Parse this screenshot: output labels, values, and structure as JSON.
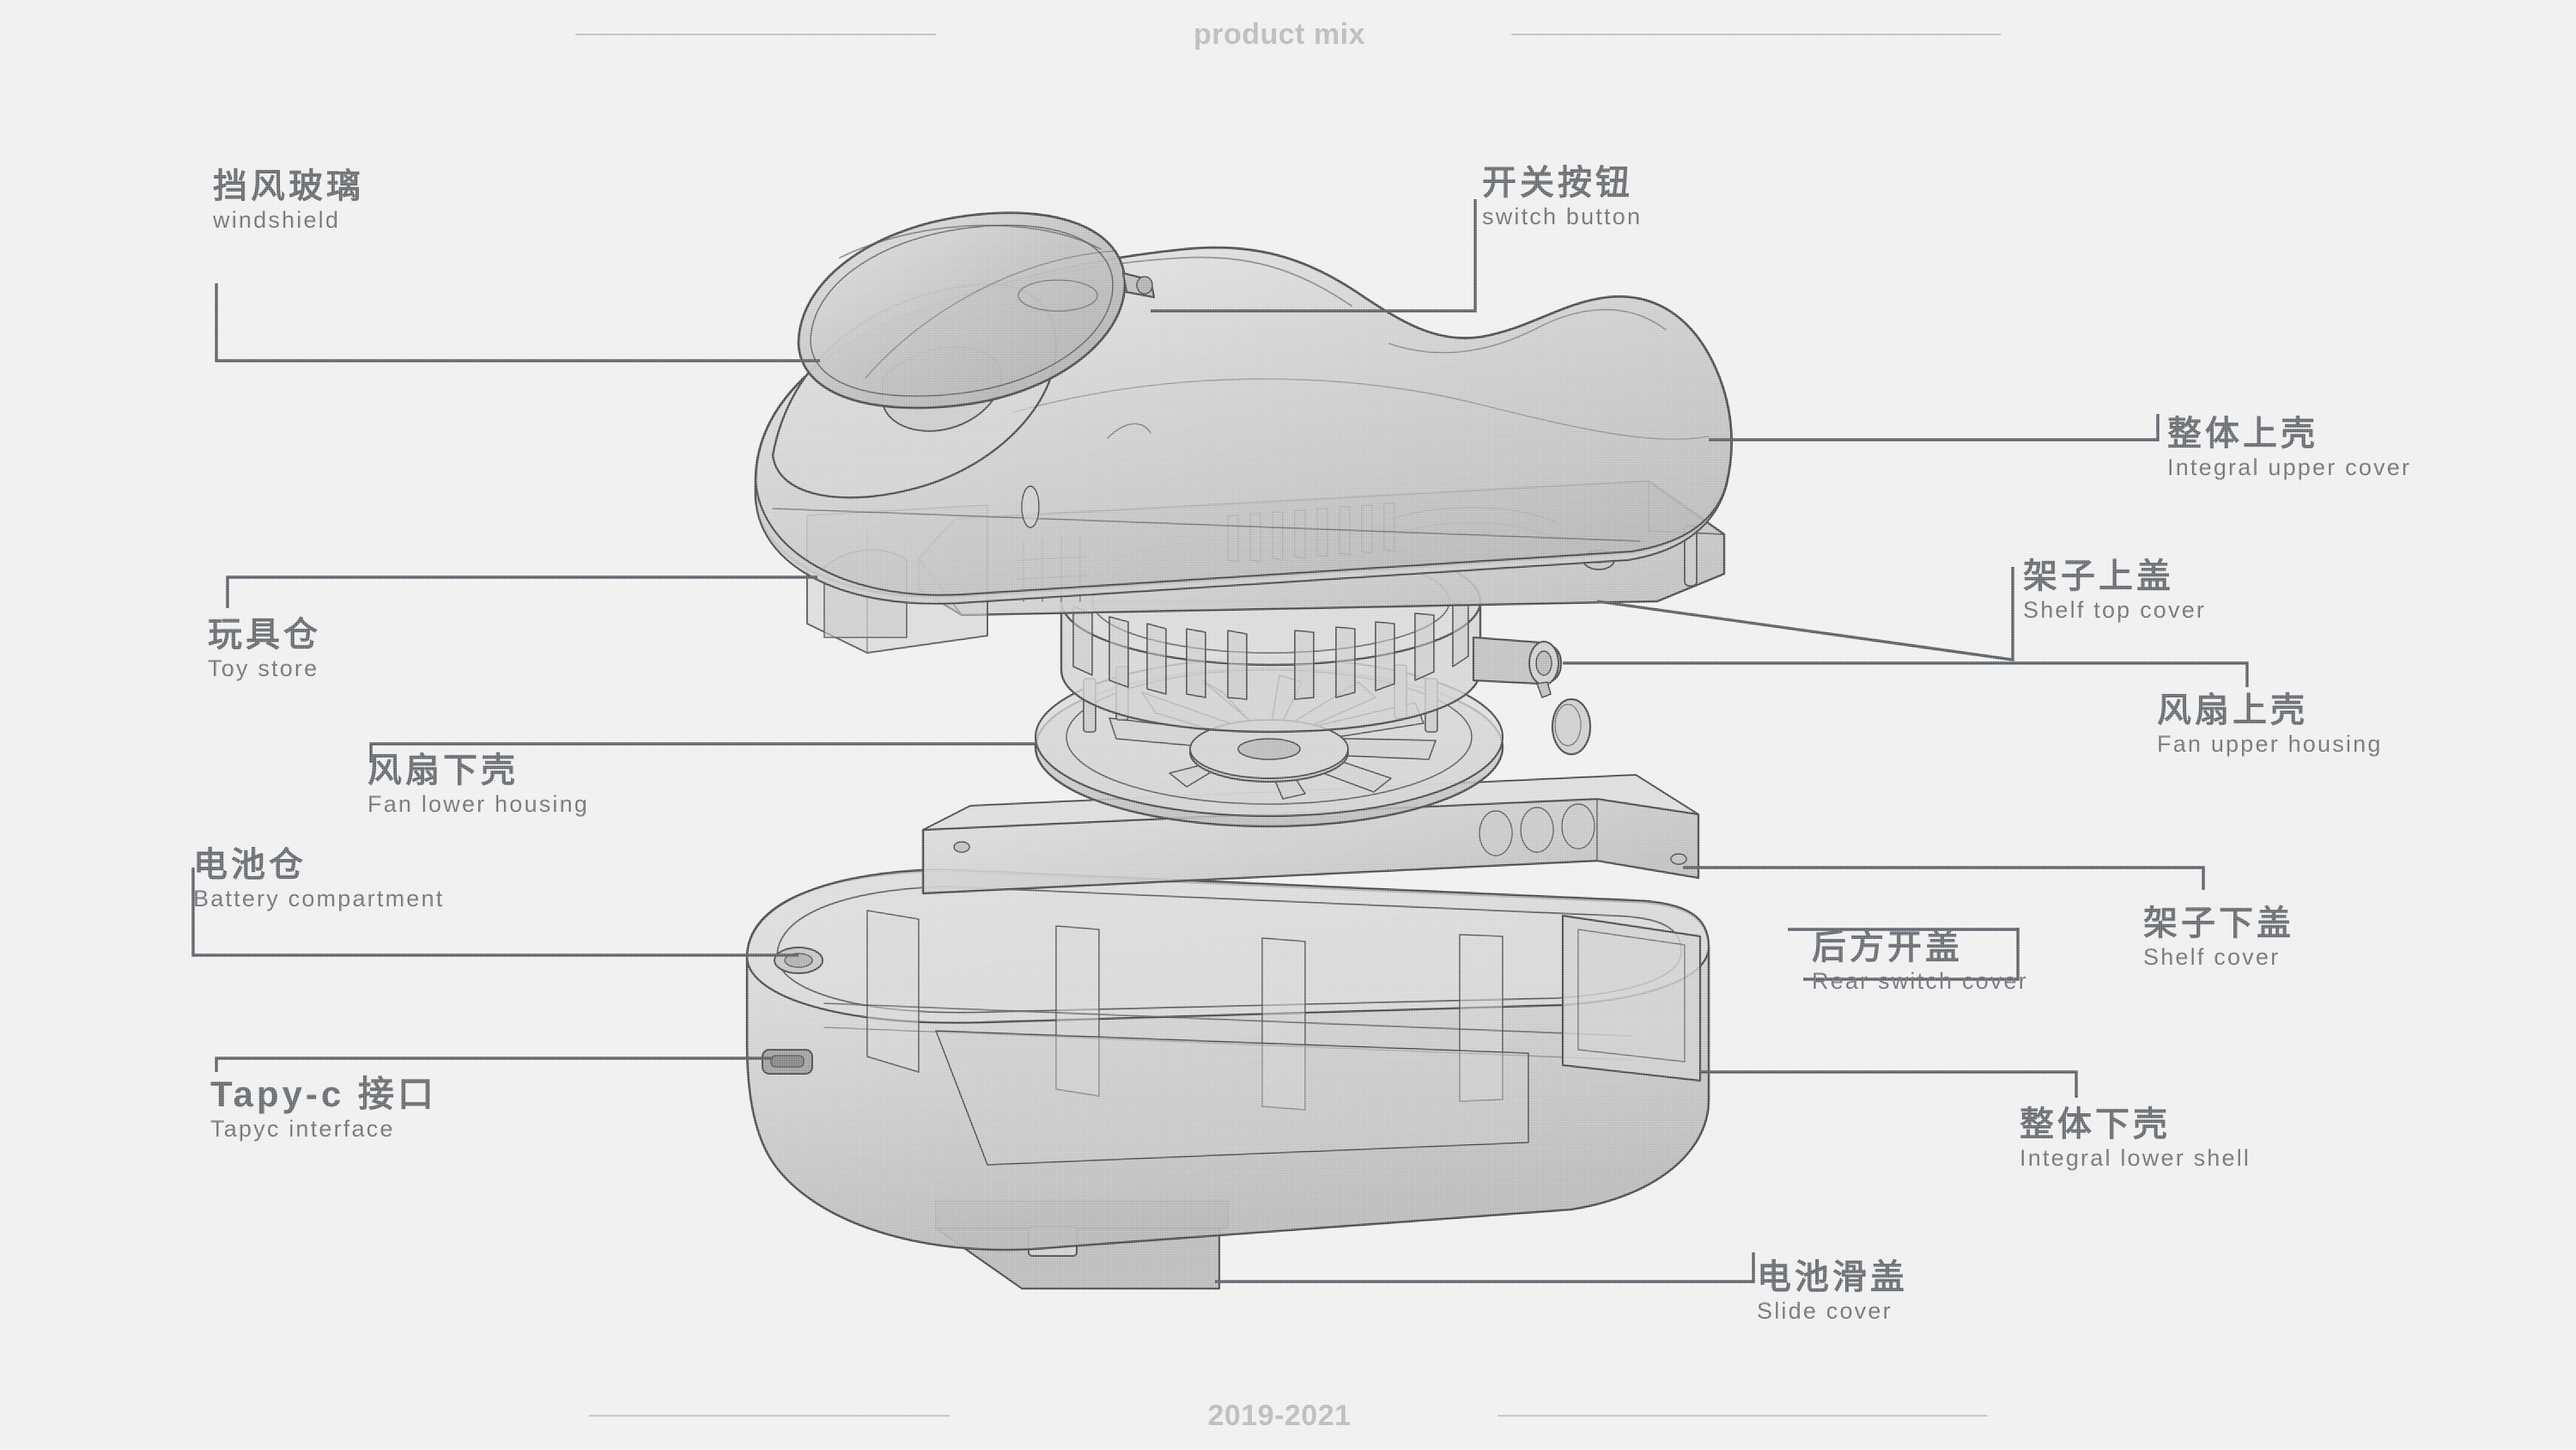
{
  "header": {
    "title": "product mix"
  },
  "footer": {
    "period": "2019-2021"
  },
  "colors": {
    "background": "#eeeeee",
    "rail": "#b9b9b9",
    "header_text": "#b0b0b0",
    "label_cn": "#4a4f55",
    "label_en": "#55595e",
    "leader_line": "#3a4048",
    "part_stroke": "#2b2b2b",
    "part_fill_light": "#d8d8d8",
    "part_fill_mid": "#bdbdbd",
    "part_fill_dark": "#9e9e9e"
  },
  "diagram": {
    "type": "exploded-assembly-view",
    "subject": "handheld fan / toy storage device",
    "parts": [
      "windshield",
      "switch-button",
      "integral-upper-cover",
      "shelf-top-cover",
      "fan-upper-housing",
      "fan-lower-housing",
      "shelf-cover",
      "integral-lower-shell",
      "rear-switch-cover",
      "slide-cover",
      "toy-store",
      "battery-compartment",
      "tapyc-interface"
    ]
  },
  "callouts": [
    {
      "id": "windshield",
      "cn": "挡风玻璃",
      "en": "windshield",
      "side": "left"
    },
    {
      "id": "switch-button",
      "cn": "开关按钮",
      "en": "switch button",
      "side": "right"
    },
    {
      "id": "upper-cover",
      "cn": "整体上壳",
      "en": "Integral upper cover",
      "side": "right"
    },
    {
      "id": "shelf-top-cover",
      "cn": "架子上盖",
      "en": "Shelf top cover",
      "side": "right"
    },
    {
      "id": "fan-upper",
      "cn": "风扇上壳",
      "en": "Fan upper housing",
      "side": "right"
    },
    {
      "id": "toy-store",
      "cn": "玩具仓",
      "en": "Toy store",
      "side": "left"
    },
    {
      "id": "fan-lower",
      "cn": "风扇下壳",
      "en": "Fan lower housing",
      "side": "left"
    },
    {
      "id": "battery",
      "cn": "电池仓",
      "en": "Battery compartment",
      "side": "left"
    },
    {
      "id": "tapyc",
      "cn": "Tapy-c 接口",
      "en": "Tapyc interface",
      "side": "left"
    },
    {
      "id": "rear-switch",
      "cn": "后方开盖",
      "en": "Rear switch cover",
      "side": "right"
    },
    {
      "id": "shelf-cover",
      "cn": "架子下盖",
      "en": "Shelf cover",
      "side": "right"
    },
    {
      "id": "lower-shell",
      "cn": "整体下壳",
      "en": "Integral lower shell",
      "side": "right"
    },
    {
      "id": "slide-cover",
      "cn": "电池滑盖",
      "en": "Slide cover",
      "side": "right"
    }
  ]
}
